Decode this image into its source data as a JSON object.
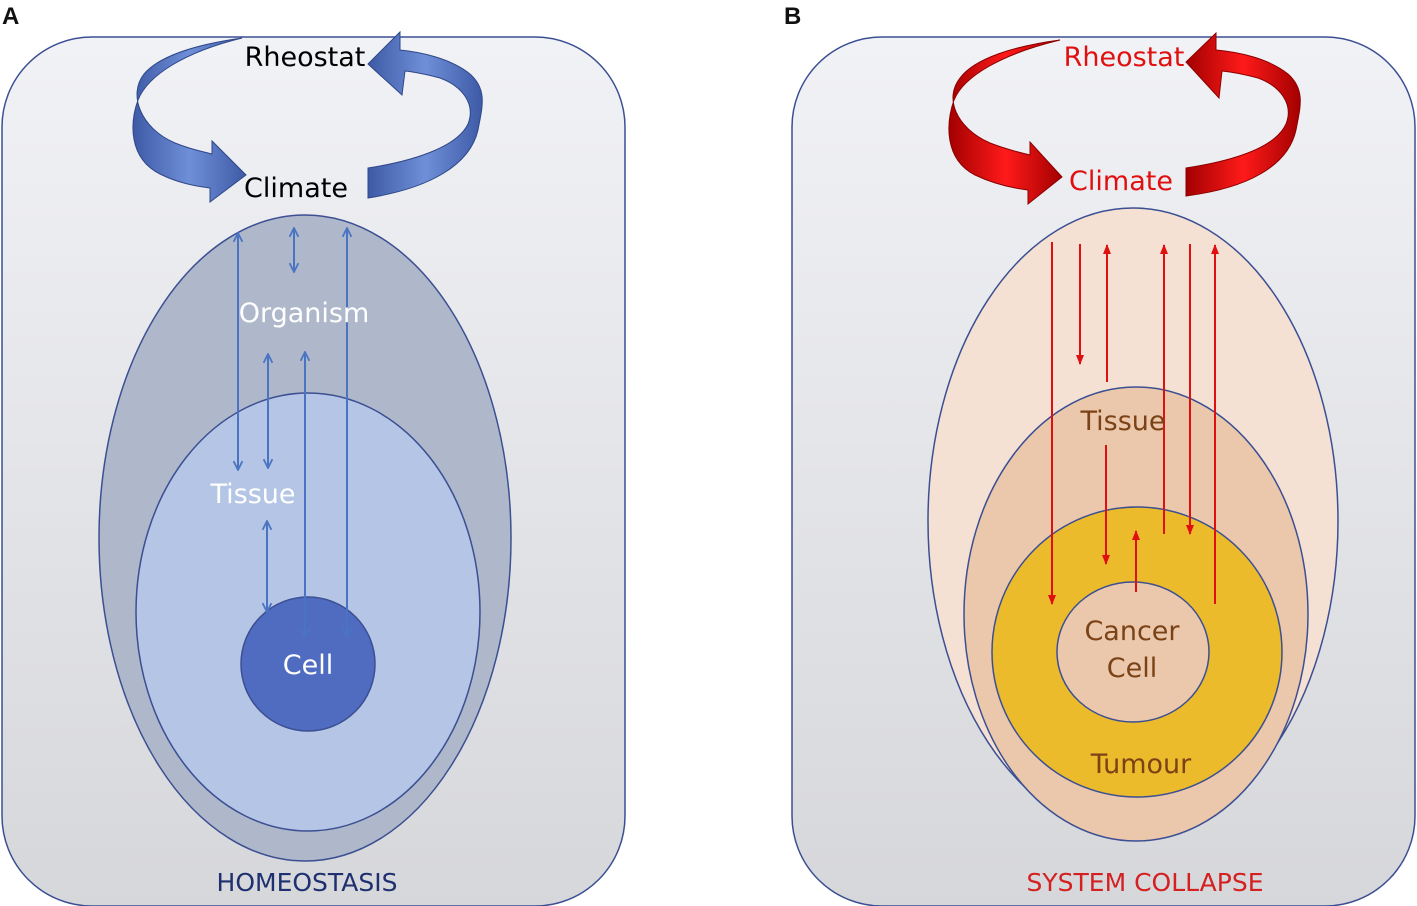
{
  "panel_a": {
    "letter": "A",
    "cycle_top": "Rheostat",
    "cycle_bottom": "Climate",
    "outer_label": "Organism",
    "middle_label": "Tissue",
    "inner_label": "Cell",
    "caption": "HOMEOSTASIS",
    "colors": {
      "background_top": "#f1f2f6",
      "background_bottom": "#d6d7da",
      "outer_ellipse": "#aeb8ca",
      "middle_ellipse": "#b4c5e6",
      "inner_circle": "#4f6cc1",
      "outline": "#3b4f92",
      "arrow": "#4a74c2",
      "caption": "#1f3070",
      "text_light": "#ffffff",
      "text_dark": "#000000"
    }
  },
  "panel_b": {
    "letter": "B",
    "cycle_top": "Rheostat",
    "cycle_bottom": "Climate",
    "middle_label": "Tissue",
    "inner_label_line1": "Cancer",
    "inner_label_line2": "Cell",
    "tumour_label": "Tumour",
    "caption": "SYSTEM COLLAPSE",
    "colors": {
      "outer_ellipse": "#f5e1d4",
      "middle_ellipse": "#ebc8ab",
      "tumour": "#ecbb2c",
      "inner_circle": "#ebc8ab",
      "outline": "#3b4f92",
      "arrow": "#e01010",
      "text_red": "#e01010",
      "text_brown": "#7a4216",
      "caption": "#d42020"
    }
  }
}
